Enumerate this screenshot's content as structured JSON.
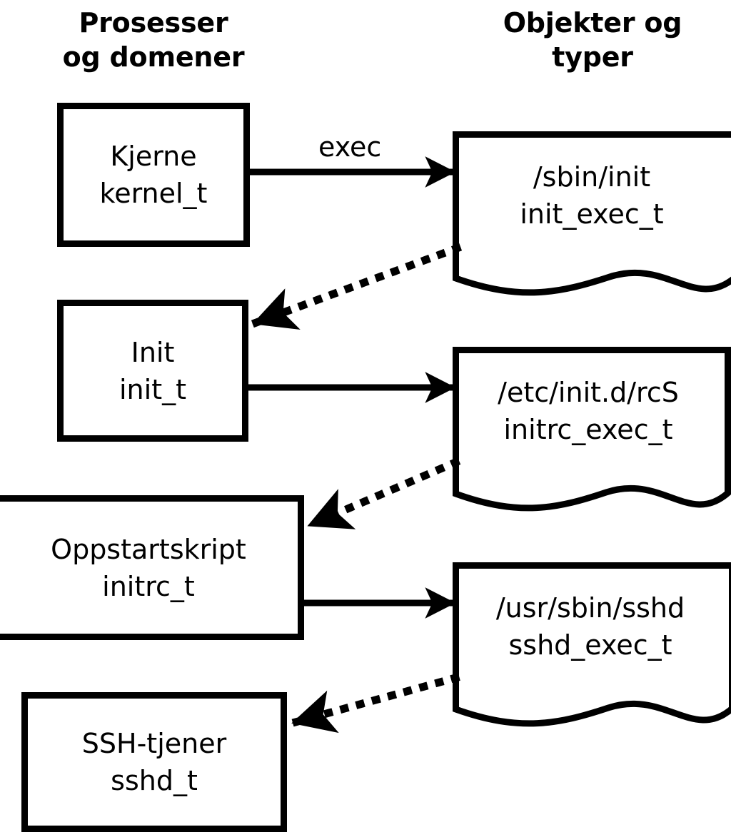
{
  "diagram": {
    "title_columns": {
      "left": "Prosesser\nog domener",
      "right": "Objekter og\ntyper"
    },
    "colors": {
      "stroke": "#000000",
      "fill": "#ffffff",
      "background": "#ffffff"
    },
    "process_nodes": [
      {
        "name": "kernel",
        "line1": "Kjerne",
        "line2": "kernel_t"
      },
      {
        "name": "init",
        "line1": "Init",
        "line2": "init_t"
      },
      {
        "name": "initrc",
        "line1": "Oppstartskript",
        "line2": "initrc_t"
      },
      {
        "name": "sshd",
        "line1": "SSH-tjener",
        "line2": "sshd_t"
      }
    ],
    "object_nodes": [
      {
        "name": "init-exec",
        "line1": "/sbin/init",
        "line2": "init_exec_t"
      },
      {
        "name": "initrc-exec",
        "line1": "/etc/init.d/rcS",
        "line2": "initrc_exec_t"
      },
      {
        "name": "sshd-exec",
        "line1": "/usr/sbin/sshd",
        "line2": "sshd_exec_t"
      }
    ],
    "edges": [
      {
        "name": "kernel-exec-init",
        "from": "kernel",
        "to": "init-exec",
        "style": "solid",
        "label": "exec"
      },
      {
        "name": "init-exec-transition",
        "from": "init-exec",
        "to": "init",
        "style": "dotted",
        "label": ""
      },
      {
        "name": "init-exec-initrc",
        "from": "init",
        "to": "initrc-exec",
        "style": "solid",
        "label": ""
      },
      {
        "name": "initrc-exec-transition",
        "from": "initrc-exec",
        "to": "initrc",
        "style": "dotted",
        "label": ""
      },
      {
        "name": "initrc-exec-sshd",
        "from": "initrc",
        "to": "sshd-exec",
        "style": "solid",
        "label": ""
      },
      {
        "name": "sshd-exec-transition",
        "from": "sshd-exec",
        "to": "sshd",
        "style": "dotted",
        "label": ""
      }
    ]
  }
}
